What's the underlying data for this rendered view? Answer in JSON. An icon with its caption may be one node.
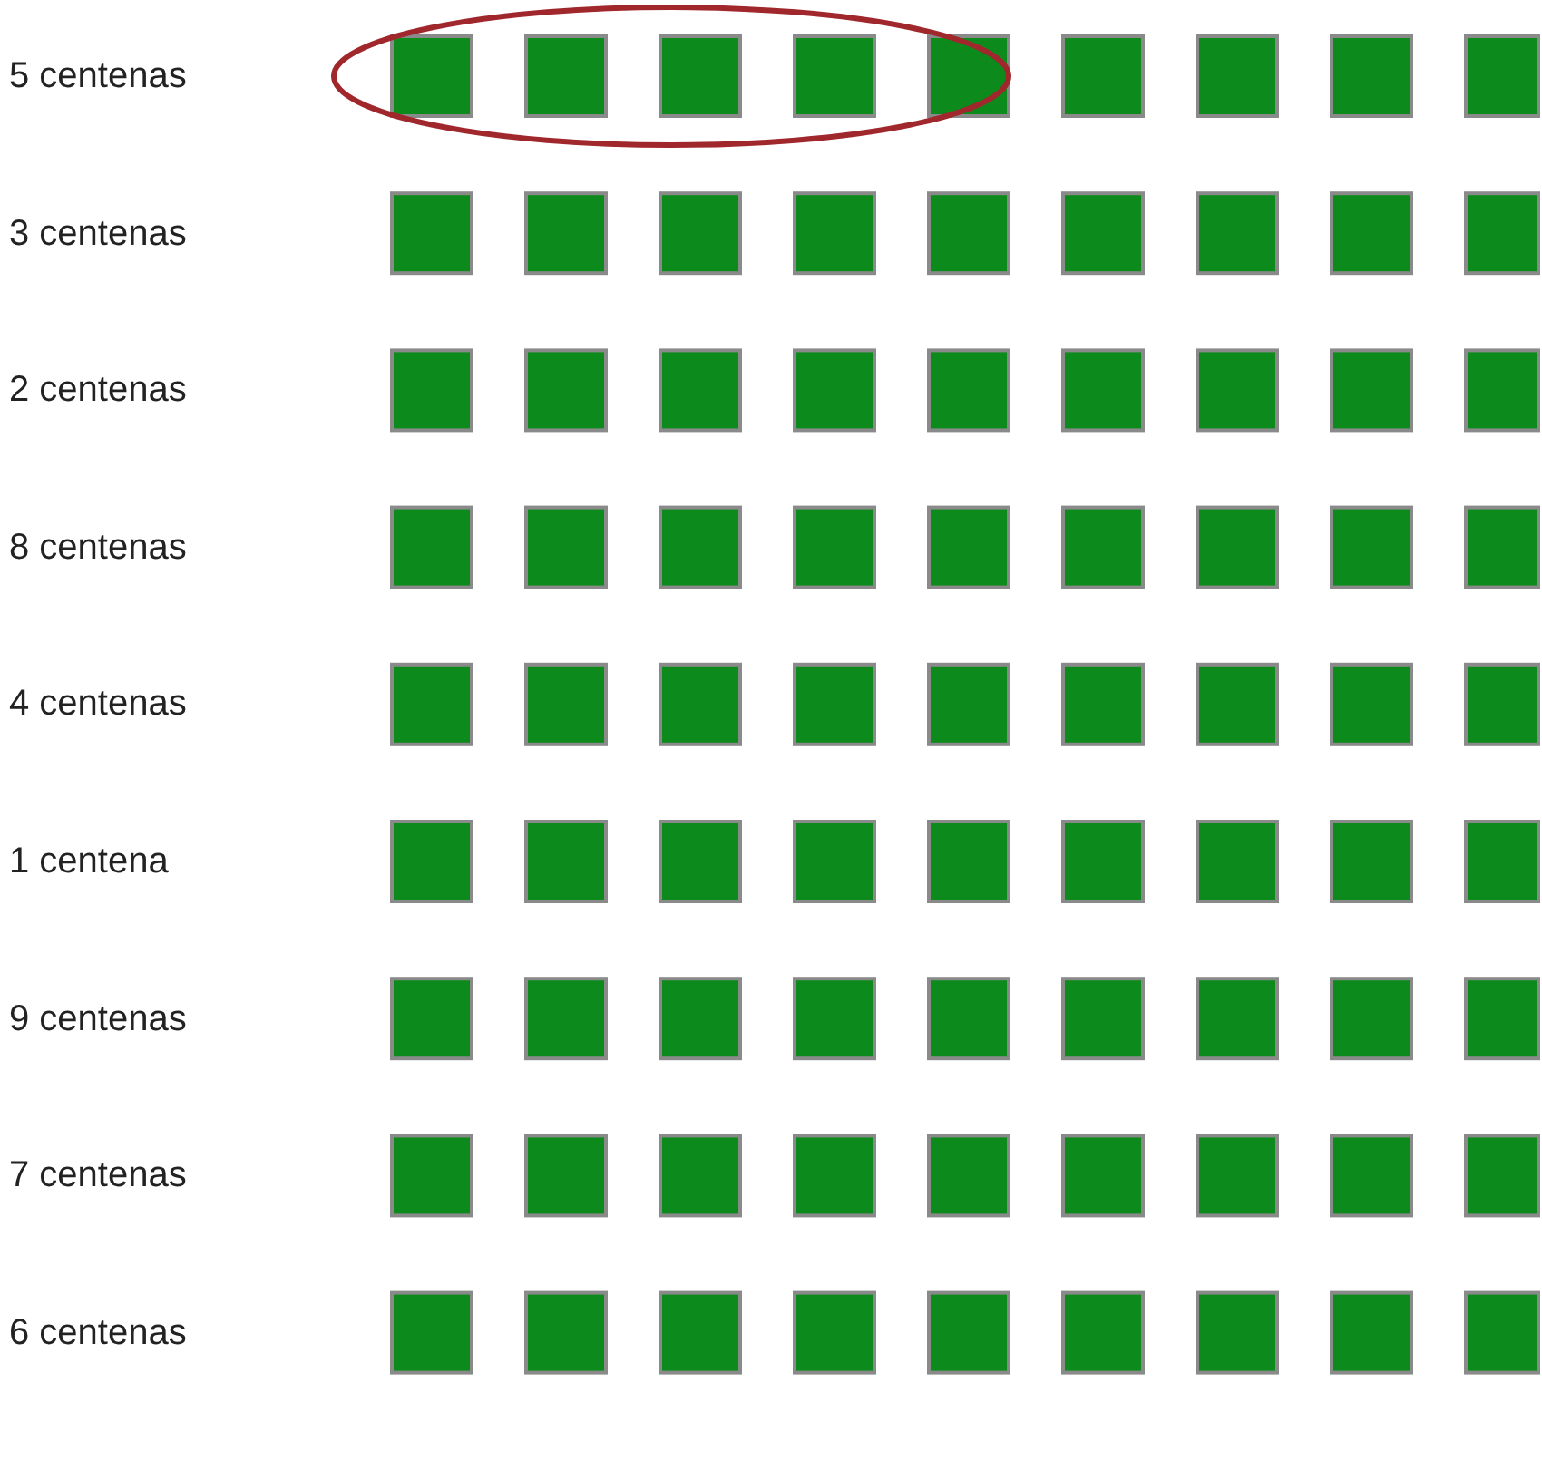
{
  "diagram": {
    "labels": [
      "5 centenas",
      "3 centenas",
      "2 centenas",
      "8 centenas",
      "4 centenas",
      "1 centena",
      "9 centenas",
      "7 centenas",
      "6 centenas"
    ]
  }
}
